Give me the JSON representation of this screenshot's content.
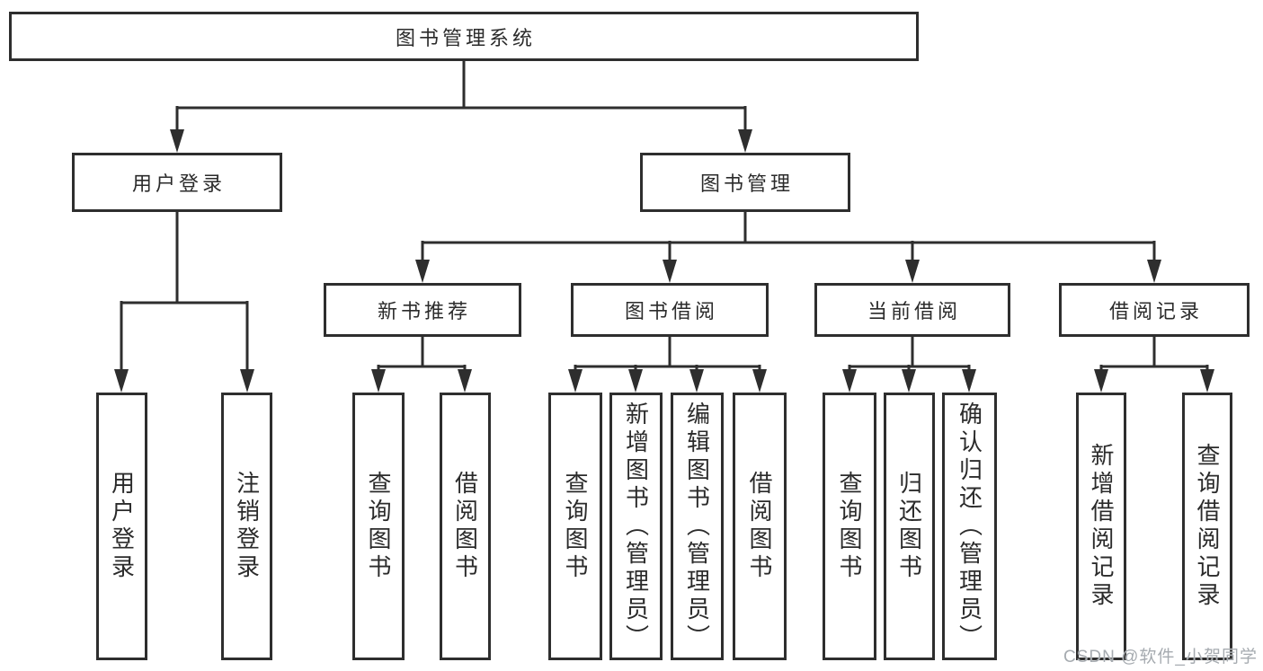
{
  "watermark": "CSDN @软件_小贺同学",
  "colors": {
    "line": "#2e2e2e",
    "text": "#2b2b2b",
    "watermark": "#a6abb0",
    "background": "#ffffff"
  },
  "tree": {
    "root": {
      "label": "图书管理系统",
      "children": [
        {
          "label": "用户登录",
          "children": [
            {
              "label": "用户登录"
            },
            {
              "label": "注销登录"
            }
          ]
        },
        {
          "label": "图书管理",
          "children": [
            {
              "label": "新书推荐",
              "children": [
                {
                  "label": "查询图书"
                },
                {
                  "label": "借阅图书"
                }
              ]
            },
            {
              "label": "图书借阅",
              "children": [
                {
                  "label": "查询图书"
                },
                {
                  "label": "新增图书（管理员）"
                },
                {
                  "label": "编辑图书（管理员）"
                },
                {
                  "label": "借阅图书"
                }
              ]
            },
            {
              "label": "当前借阅",
              "children": [
                {
                  "label": "查询图书"
                },
                {
                  "label": "归还图书"
                },
                {
                  "label": "确认归还（管理员）"
                }
              ]
            },
            {
              "label": "借阅记录",
              "children": [
                {
                  "label": "新增借阅记录"
                },
                {
                  "label": "查询借阅记录"
                }
              ]
            }
          ]
        }
      ]
    }
  }
}
